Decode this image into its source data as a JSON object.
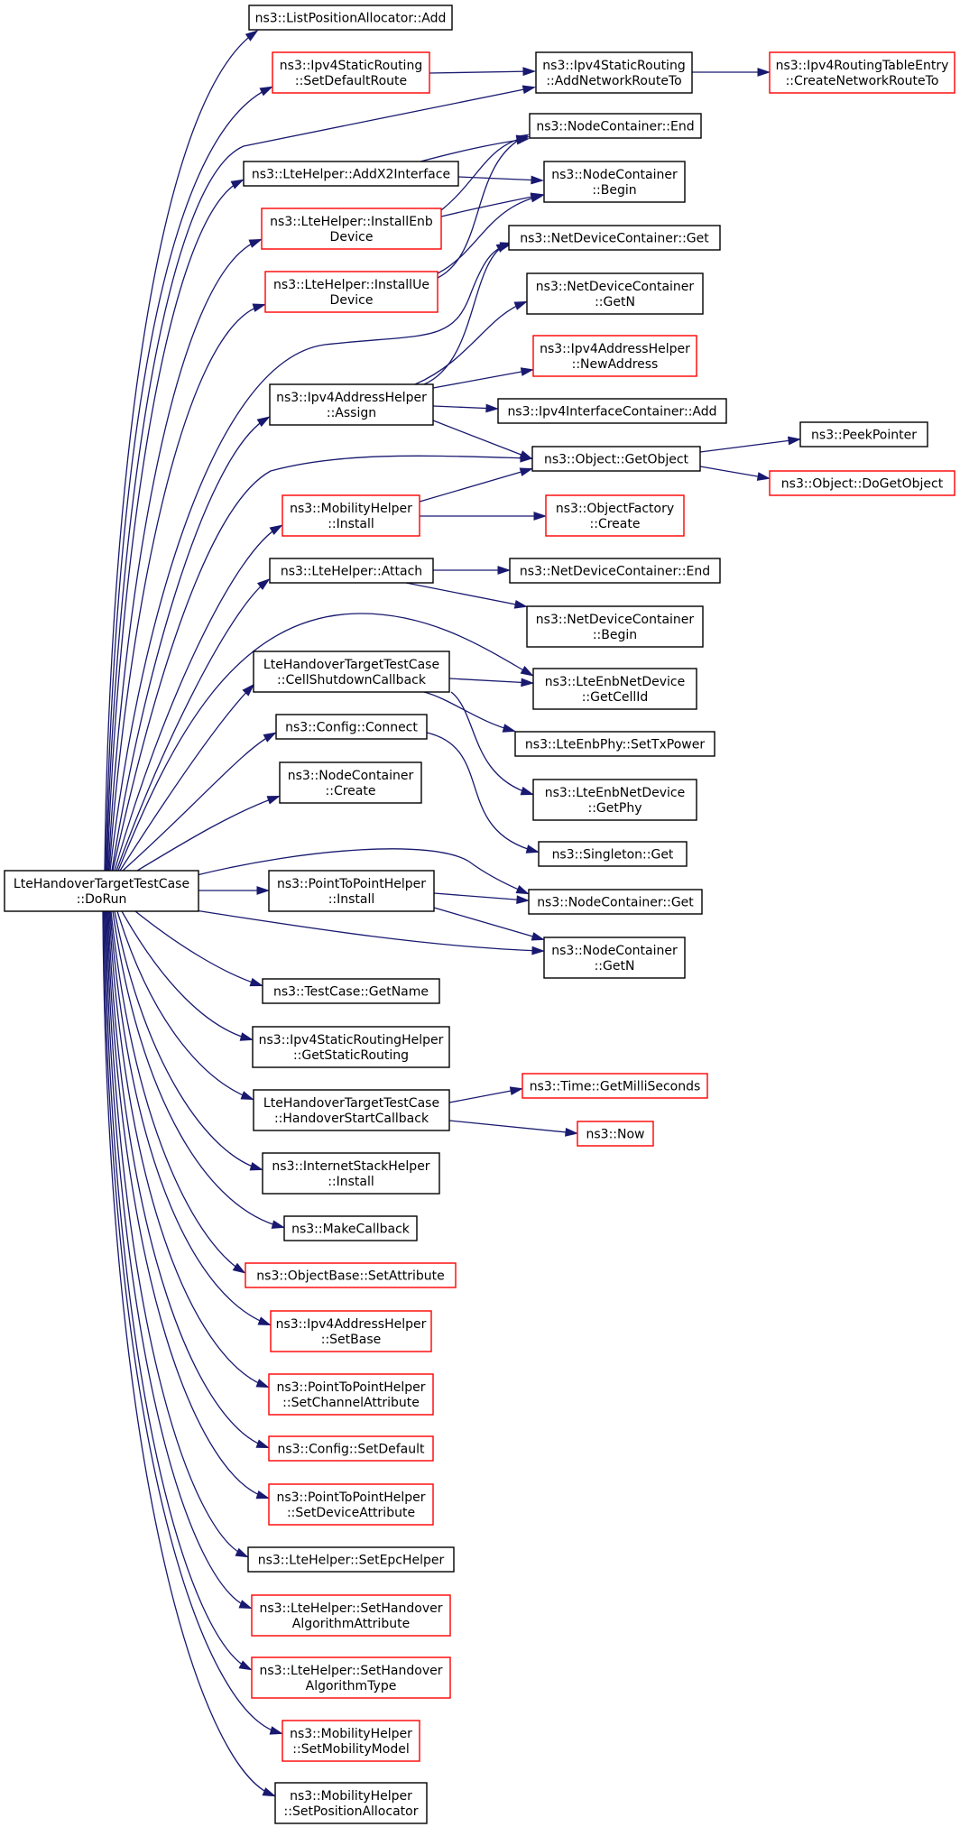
{
  "colors": {
    "edge": "#191970",
    "border_documented": "#000000",
    "border_undocumented": "#ff0000",
    "root_fill": "#bfbfbf"
  },
  "root": "n0",
  "nodes": [
    {
      "id": "n0",
      "lines": [
        "LteHandoverTargetTestCase",
        "::DoRun"
      ],
      "border": "black",
      "root": true
    },
    {
      "id": "n1",
      "lines": [
        "ns3::ListPositionAllocator::Add"
      ],
      "border": "black"
    },
    {
      "id": "n2",
      "lines": [
        "ns3::Ipv4StaticRouting",
        "::SetDefaultRoute"
      ],
      "border": "red"
    },
    {
      "id": "n3",
      "lines": [
        "ns3::Ipv4StaticRouting",
        "::AddNetworkRouteTo"
      ],
      "border": "black"
    },
    {
      "id": "n4",
      "lines": [
        "ns3::Ipv4RoutingTableEntry",
        "::CreateNetworkRouteTo"
      ],
      "border": "red"
    },
    {
      "id": "n5",
      "lines": [
        "ns3::LteHelper::AddX2Interface"
      ],
      "border": "black"
    },
    {
      "id": "n6",
      "lines": [
        "ns3::NodeContainer::End"
      ],
      "border": "black"
    },
    {
      "id": "n7",
      "lines": [
        "ns3::NodeContainer",
        "::Begin"
      ],
      "border": "black"
    },
    {
      "id": "n8",
      "lines": [
        "ns3::LteHelper::InstallEnb",
        "Device"
      ],
      "border": "red"
    },
    {
      "id": "n9",
      "lines": [
        "ns3::LteHelper::InstallUe",
        "Device"
      ],
      "border": "red"
    },
    {
      "id": "n10",
      "lines": [
        "ns3::NetDeviceContainer::Get"
      ],
      "border": "black"
    },
    {
      "id": "n11",
      "lines": [
        "ns3::NetDeviceContainer",
        "::GetN"
      ],
      "border": "black"
    },
    {
      "id": "n12",
      "lines": [
        "ns3::Ipv4AddressHelper",
        "::NewAddress"
      ],
      "border": "red"
    },
    {
      "id": "n13",
      "lines": [
        "ns3::Ipv4AddressHelper",
        "::Assign"
      ],
      "border": "black"
    },
    {
      "id": "n14",
      "lines": [
        "ns3::Ipv4InterfaceContainer::Add"
      ],
      "border": "black"
    },
    {
      "id": "n15",
      "lines": [
        "ns3::Object::GetObject"
      ],
      "border": "black"
    },
    {
      "id": "n16",
      "lines": [
        "ns3::PeekPointer"
      ],
      "border": "black"
    },
    {
      "id": "n17",
      "lines": [
        "ns3::Object::DoGetObject"
      ],
      "border": "red"
    },
    {
      "id": "n18",
      "lines": [
        "ns3::MobilityHelper",
        "::Install"
      ],
      "border": "red"
    },
    {
      "id": "n19",
      "lines": [
        "ns3::ObjectFactory",
        "::Create"
      ],
      "border": "red"
    },
    {
      "id": "n20",
      "lines": [
        "ns3::LteHelper::Attach"
      ],
      "border": "black"
    },
    {
      "id": "n21",
      "lines": [
        "ns3::NetDeviceContainer::End"
      ],
      "border": "black"
    },
    {
      "id": "n22",
      "lines": [
        "ns3::NetDeviceContainer",
        "::Begin"
      ],
      "border": "black"
    },
    {
      "id": "n23",
      "lines": [
        "LteHandoverTargetTestCase",
        "::CellShutdownCallback"
      ],
      "border": "black"
    },
    {
      "id": "n24",
      "lines": [
        "ns3::LteEnbNetDevice",
        "::GetCellId"
      ],
      "border": "black"
    },
    {
      "id": "n25",
      "lines": [
        "ns3::LteEnbPhy::SetTxPower"
      ],
      "border": "black"
    },
    {
      "id": "n26",
      "lines": [
        "ns3::Config::Connect"
      ],
      "border": "black"
    },
    {
      "id": "n27",
      "lines": [
        "ns3::LteEnbNetDevice",
        "::GetPhy"
      ],
      "border": "black"
    },
    {
      "id": "n28",
      "lines": [
        "ns3::NodeContainer",
        "::Create"
      ],
      "border": "black"
    },
    {
      "id": "n29",
      "lines": [
        "ns3::Singleton::Get"
      ],
      "border": "black"
    },
    {
      "id": "n30",
      "lines": [
        "ns3::PointToPointHelper",
        "::Install"
      ],
      "border": "black"
    },
    {
      "id": "n31",
      "lines": [
        "ns3::NodeContainer::Get"
      ],
      "border": "black"
    },
    {
      "id": "n32",
      "lines": [
        "ns3::NodeContainer",
        "::GetN"
      ],
      "border": "black"
    },
    {
      "id": "n33",
      "lines": [
        "ns3::TestCase::GetName"
      ],
      "border": "black"
    },
    {
      "id": "n34",
      "lines": [
        "ns3::Ipv4StaticRoutingHelper",
        "::GetStaticRouting"
      ],
      "border": "black"
    },
    {
      "id": "n35",
      "lines": [
        "LteHandoverTargetTestCase",
        "::HandoverStartCallback"
      ],
      "border": "black"
    },
    {
      "id": "n36",
      "lines": [
        "ns3::Time::GetMilliSeconds"
      ],
      "border": "red"
    },
    {
      "id": "n37",
      "lines": [
        "ns3::Now"
      ],
      "border": "red"
    },
    {
      "id": "n38",
      "lines": [
        "ns3::InternetStackHelper",
        "::Install"
      ],
      "border": "black"
    },
    {
      "id": "n39",
      "lines": [
        "ns3::MakeCallback"
      ],
      "border": "black"
    },
    {
      "id": "n40",
      "lines": [
        "ns3::ObjectBase::SetAttribute"
      ],
      "border": "red"
    },
    {
      "id": "n41",
      "lines": [
        "ns3::Ipv4AddressHelper",
        "::SetBase"
      ],
      "border": "red"
    },
    {
      "id": "n42",
      "lines": [
        "ns3::PointToPointHelper",
        "::SetChannelAttribute"
      ],
      "border": "red"
    },
    {
      "id": "n43",
      "lines": [
        "ns3::Config::SetDefault"
      ],
      "border": "red"
    },
    {
      "id": "n44",
      "lines": [
        "ns3::PointToPointHelper",
        "::SetDeviceAttribute"
      ],
      "border": "red"
    },
    {
      "id": "n45",
      "lines": [
        "ns3::LteHelper::SetEpcHelper"
      ],
      "border": "black"
    },
    {
      "id": "n46",
      "lines": [
        "ns3::LteHelper::SetHandover",
        "AlgorithmAttribute"
      ],
      "border": "red"
    },
    {
      "id": "n47",
      "lines": [
        "ns3::LteHelper::SetHandover",
        "AlgorithmType"
      ],
      "border": "red"
    },
    {
      "id": "n48",
      "lines": [
        "ns3::MobilityHelper",
        "::SetMobilityModel"
      ],
      "border": "red"
    },
    {
      "id": "n49",
      "lines": [
        "ns3::MobilityHelper",
        "::SetPositionAllocator"
      ],
      "border": "black"
    }
  ],
  "edges": [
    [
      "n0",
      "n1"
    ],
    [
      "n0",
      "n2"
    ],
    [
      "n0",
      "n3"
    ],
    [
      "n0",
      "n5"
    ],
    [
      "n0",
      "n8"
    ],
    [
      "n0",
      "n9"
    ],
    [
      "n0",
      "n10"
    ],
    [
      "n0",
      "n13"
    ],
    [
      "n0",
      "n15"
    ],
    [
      "n0",
      "n18"
    ],
    [
      "n0",
      "n20"
    ],
    [
      "n0",
      "n24"
    ],
    [
      "n0",
      "n23"
    ],
    [
      "n0",
      "n26"
    ],
    [
      "n0",
      "n28"
    ],
    [
      "n0",
      "n31"
    ],
    [
      "n0",
      "n30"
    ],
    [
      "n0",
      "n32"
    ],
    [
      "n0",
      "n33"
    ],
    [
      "n0",
      "n34"
    ],
    [
      "n0",
      "n35"
    ],
    [
      "n0",
      "n38"
    ],
    [
      "n0",
      "n39"
    ],
    [
      "n0",
      "n40"
    ],
    [
      "n0",
      "n41"
    ],
    [
      "n0",
      "n42"
    ],
    [
      "n0",
      "n43"
    ],
    [
      "n0",
      "n44"
    ],
    [
      "n0",
      "n45"
    ],
    [
      "n0",
      "n46"
    ],
    [
      "n0",
      "n47"
    ],
    [
      "n0",
      "n48"
    ],
    [
      "n0",
      "n49"
    ],
    [
      "n2",
      "n3"
    ],
    [
      "n3",
      "n4"
    ],
    [
      "n5",
      "n6"
    ],
    [
      "n5",
      "n7"
    ],
    [
      "n8",
      "n6"
    ],
    [
      "n8",
      "n7"
    ],
    [
      "n9",
      "n6"
    ],
    [
      "n9",
      "n7"
    ],
    [
      "n13",
      "n10"
    ],
    [
      "n13",
      "n11"
    ],
    [
      "n13",
      "n12"
    ],
    [
      "n13",
      "n14"
    ],
    [
      "n13",
      "n15"
    ],
    [
      "n15",
      "n16"
    ],
    [
      "n15",
      "n17"
    ],
    [
      "n18",
      "n15"
    ],
    [
      "n18",
      "n19"
    ],
    [
      "n20",
      "n21"
    ],
    [
      "n20",
      "n22"
    ],
    [
      "n23",
      "n24"
    ],
    [
      "n23",
      "n25"
    ],
    [
      "n23",
      "n27"
    ],
    [
      "n26",
      "n29"
    ],
    [
      "n30",
      "n31"
    ],
    [
      "n30",
      "n32"
    ],
    [
      "n35",
      "n36"
    ],
    [
      "n35",
      "n37"
    ]
  ]
}
